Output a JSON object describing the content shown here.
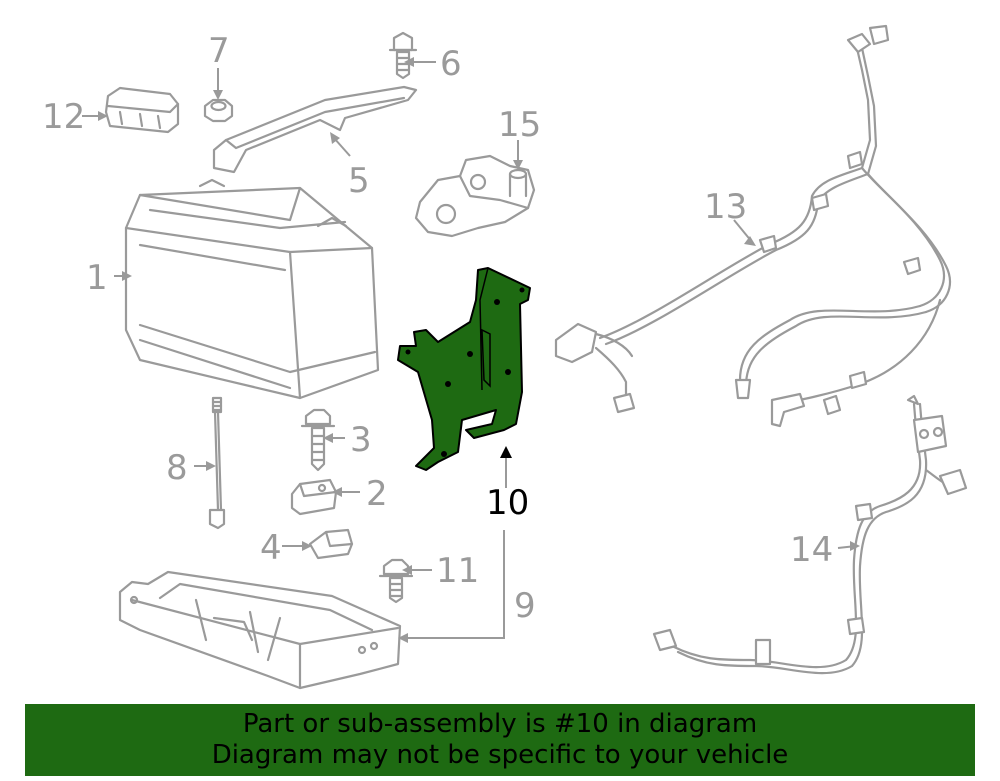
{
  "callouts": {
    "c1": "1",
    "c2": "2",
    "c3": "3",
    "c4": "4",
    "c5": "5",
    "c6": "6",
    "c7": "7",
    "c8": "8",
    "c9": "9",
    "c10": "10",
    "c11": "11",
    "c12": "12",
    "c13": "13",
    "c14": "14",
    "c15": "15"
  },
  "highlight": {
    "part_number": "10",
    "color": "#1e6a12"
  },
  "colors": {
    "line_art": "#9a9a9a",
    "banner_background": "#1e6a12"
  },
  "banner": {
    "line1": "Part or sub-assembly is #10 in diagram",
    "line2": "Diagram may not be specific to your vehicle"
  }
}
